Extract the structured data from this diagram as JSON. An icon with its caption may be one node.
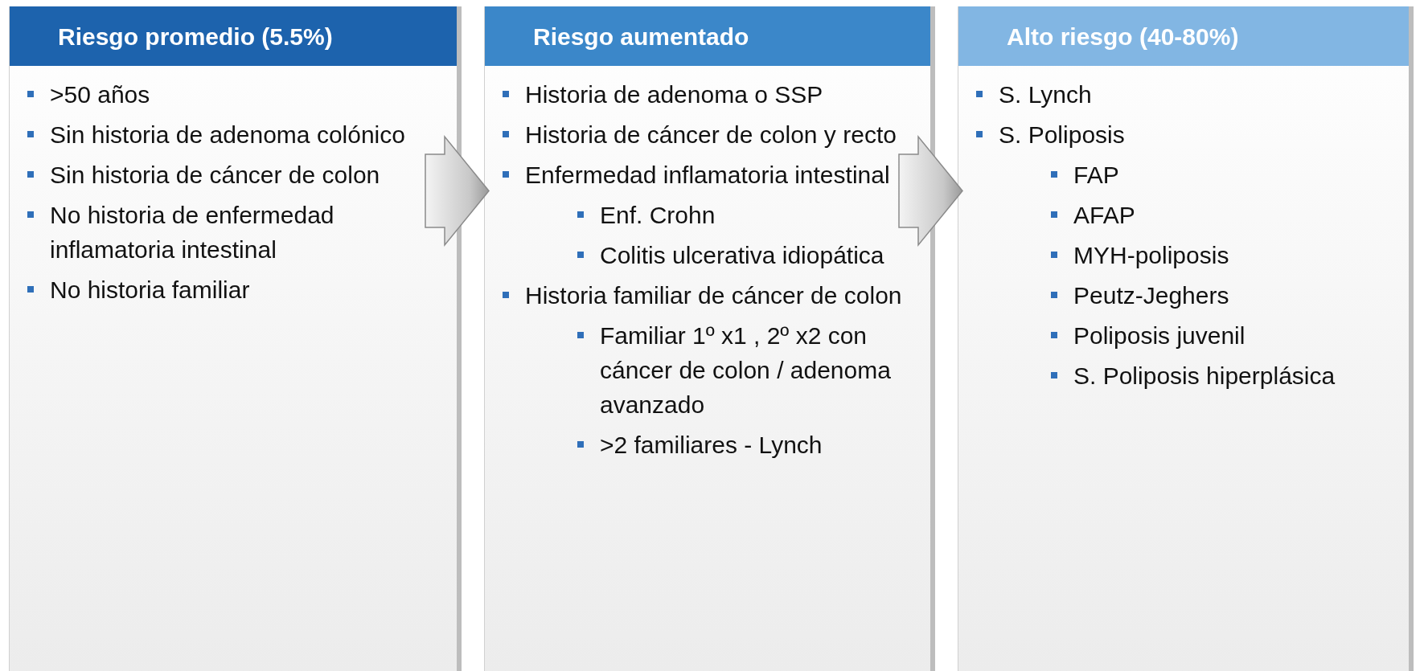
{
  "diagram": {
    "nodes": [
      {
        "text": [
          "Riesgo promedio (5.5%)",
          ">50 años",
          "Sin historia de adenoma colónico",
          "Sin historia de cáncer de colon",
          "No historia de enfermedad inflamatoria intestinal",
          "No historia familiar"
        ]
      },
      {
        "text": [
          "Riesgo aumentado",
          "Historia de adenoma o SSP",
          "Historia de cáncer de colon y recto",
          "Enfermedad inflamatoria intestinal",
          "Enf. Crohn",
          "Colitis ulcerativa idiopática",
          "Historia familiar de cáncer de colon",
          "Familiar 1º x1 , 2º x2 con cáncer de colon / adenoma avanzado",
          ">2 familiares - Lynch"
        ]
      },
      {
        "text": [
          "Alto riesgo (40-80%)",
          "S. Lynch",
          "S. Poliposis",
          "FAP",
          "AFAP",
          "MYH-poliposis",
          "Peutz-Jeghers",
          "Poliposis juvenil",
          "S. Poliposis hiperplásica"
        ]
      }
    ],
    "edges": [
      {
        "from": 0,
        "to": 1,
        "arrow": "to"
      },
      {
        "from": 1,
        "to": 2,
        "arrow": "to"
      }
    ]
  }
}
